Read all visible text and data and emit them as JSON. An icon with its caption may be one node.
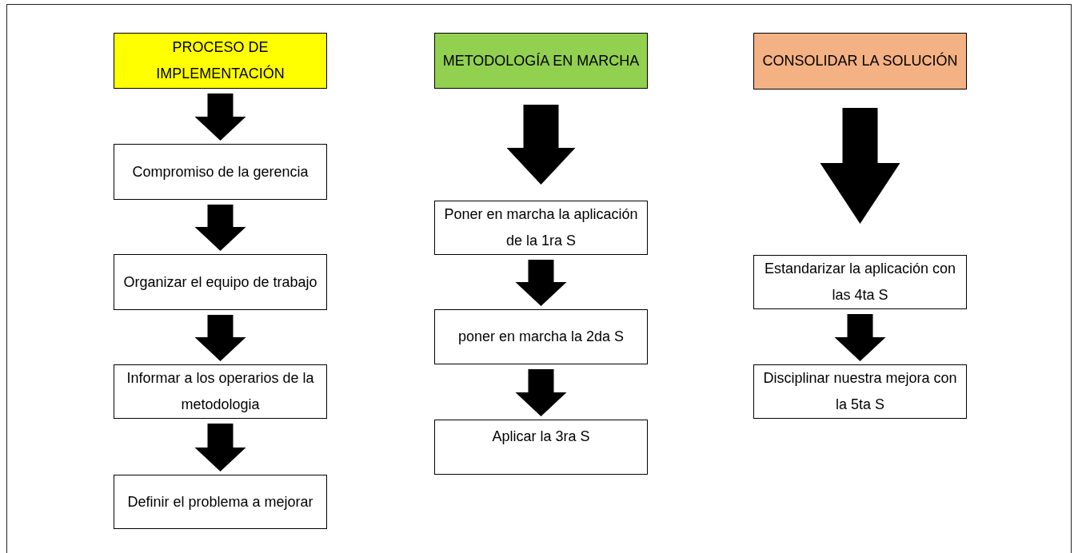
{
  "diagram": {
    "nodes": [
      {
        "text": [
          "PROCESO DE IMPLEMENTACIÓN"
        ]
      },
      {
        "text": [
          "Compromiso de la gerencia"
        ]
      },
      {
        "text": [
          "Organizar el equipo de trabajo"
        ]
      },
      {
        "text": [
          "Informar a los operarios de la metodologia"
        ]
      },
      {
        "text": [
          "Definir el problema a mejorar"
        ]
      },
      {
        "text": [
          "METODOLOGÍA EN MARCHA"
        ]
      },
      {
        "text": [
          "Poner en marcha la aplicación de la 1ra S"
        ]
      },
      {
        "text": [
          "poner en marcha la 2da S"
        ]
      },
      {
        "text": [
          "Aplicar la 3ra S"
        ]
      },
      {
        "text": [
          "CONSOLIDAR LA SOLUCIÓN"
        ]
      },
      {
        "text": [
          "Estandarizar la aplicación con las 4ta S"
        ]
      },
      {
        "text": [
          "Disciplinar nuestra mejora con la 5ta S"
        ]
      }
    ],
    "edges": [
      {
        "from": 0,
        "to": 1,
        "arrow": "to"
      },
      {
        "from": 1,
        "to": 2,
        "arrow": "to"
      },
      {
        "from": 2,
        "to": 3,
        "arrow": "to"
      },
      {
        "from": 3,
        "to": 4,
        "arrow": "to"
      },
      {
        "from": 5,
        "to": 6,
        "arrow": "to"
      },
      {
        "from": 6,
        "to": 7,
        "arrow": "to"
      },
      {
        "from": 7,
        "to": 8,
        "arrow": "to"
      },
      {
        "from": 9,
        "to": 10,
        "arrow": "to"
      },
      {
        "from": 10,
        "to": 11,
        "arrow": "to"
      }
    ]
  }
}
